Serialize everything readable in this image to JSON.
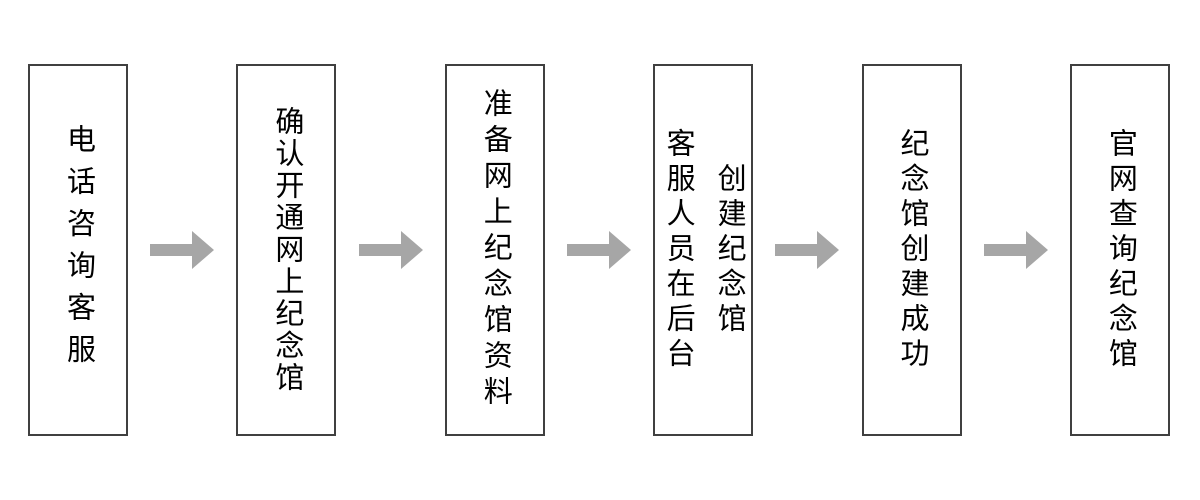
{
  "diagram": {
    "type": "flowchart",
    "direction": "left-to-right",
    "connector": "right-block-arrow",
    "steps": [
      {
        "id": 1,
        "label": "电话咨询客服"
      },
      {
        "id": 2,
        "label": "确认开通网上纪念馆"
      },
      {
        "id": 3,
        "label": "准备网上纪念馆资料"
      },
      {
        "id": 4,
        "label": "客服人员在后台创建纪念馆",
        "lines": [
          "客服人员在后台",
          "创建纪念馆"
        ]
      },
      {
        "id": 5,
        "label": "纪念馆创建成功"
      },
      {
        "id": 6,
        "label": "官网查询纪念馆"
      }
    ],
    "colors": {
      "box_border": "#404040",
      "box_fill": "#ffffff",
      "text": "#000000",
      "arrow": "#a6a6a6",
      "background": "#ffffff"
    }
  }
}
